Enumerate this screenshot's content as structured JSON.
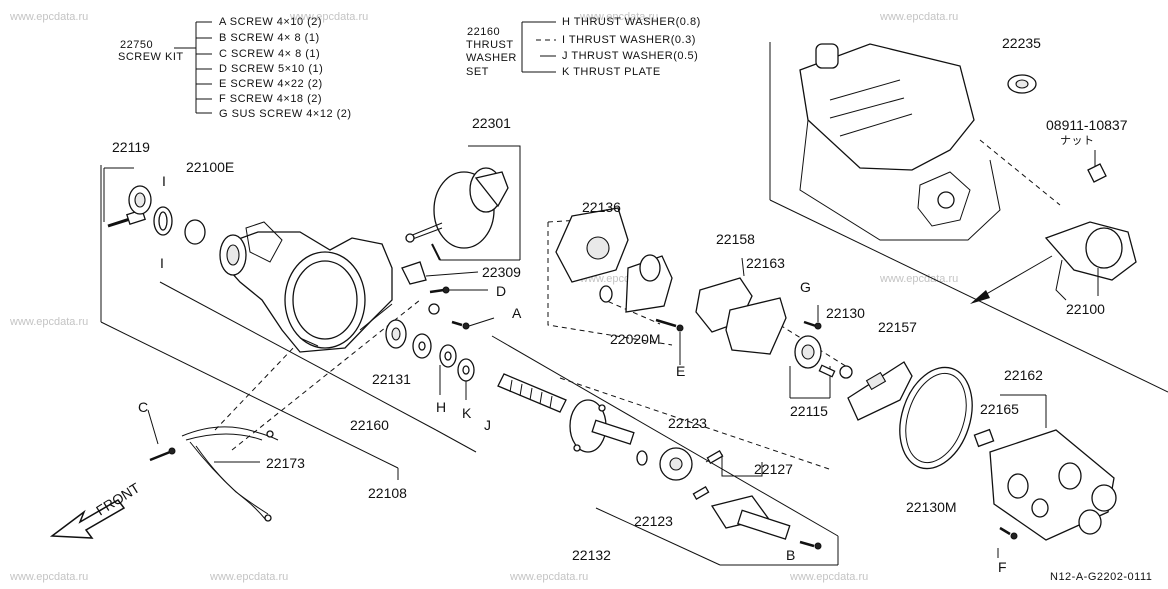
{
  "watermark": "www.epcdata.ru",
  "screw_kit": {
    "part_no": "22750",
    "name": "SCREW KIT",
    "items": [
      "A SCREW  4×10 (2)",
      "B SCREW  4×  8 (1)",
      "C SCREW  4×  8 (1)",
      "D SCREW  5×10 (1)",
      "E SCREW  4×22 (2)",
      "F SCREW  4×18 (2)",
      "G SUS SCREW  4×12 (2)"
    ]
  },
  "thrust_washer_set": {
    "part_no": "22160",
    "name_lines": [
      "THRUST",
      "WASHER",
      "SET"
    ],
    "items": [
      "H THRUST WASHER(0.8)",
      "I  THRUST WASHER(0.3)",
      "J THRUST WASHER(0.5)",
      "K THRUST PLATE"
    ]
  },
  "part_labels": {
    "p22119": "22119",
    "p22100E": "22100E",
    "p22301": "22301",
    "p22309": "22309",
    "p22131": "22131",
    "p22160": "22160",
    "p22108": "22108",
    "p22173": "22173",
    "p22136": "22136",
    "p22158": "22158",
    "p22163": "22163",
    "p22020M": "22020M",
    "p22130": "22130",
    "p22157": "22157",
    "p22115": "22115",
    "p22123a": "22123",
    "p22123b": "22123",
    "p22127": "22127",
    "p22132": "22132",
    "p22130M": "22130M",
    "p22162": "22162",
    "p22165": "22165",
    "p22235": "22235",
    "p08911": "08911-10837",
    "p08911_sub": "ナット",
    "p22100": "22100"
  },
  "letters": {
    "A": "A",
    "B": "B",
    "C": "C",
    "D": "D",
    "E": "E",
    "F": "F",
    "G": "G",
    "H": "H",
    "I": "I",
    "J": "J",
    "K": "K",
    "I2": "I"
  },
  "front_label": "FRONT",
  "figure_code": "N12-A-G2202-0111"
}
